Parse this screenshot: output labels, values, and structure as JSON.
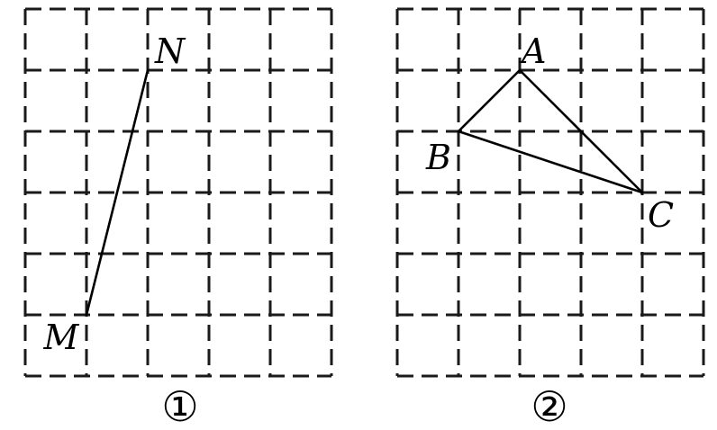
{
  "figures": [
    {
      "caption": "①",
      "cols": 5,
      "rows": 6,
      "points": [
        {
          "name": "N",
          "col": 2,
          "row": 1
        },
        {
          "name": "M",
          "col": 1,
          "row": 5
        }
      ],
      "segments": [
        [
          "M",
          "N"
        ]
      ]
    },
    {
      "caption": "②",
      "cols": 5,
      "rows": 6,
      "points": [
        {
          "name": "A",
          "col": 2,
          "row": 1
        },
        {
          "name": "B",
          "col": 1,
          "row": 2
        },
        {
          "name": "C",
          "col": 4,
          "row": 3
        }
      ],
      "segments": [
        [
          "A",
          "B"
        ],
        [
          "B",
          "C"
        ],
        [
          "A",
          "C"
        ]
      ]
    }
  ]
}
